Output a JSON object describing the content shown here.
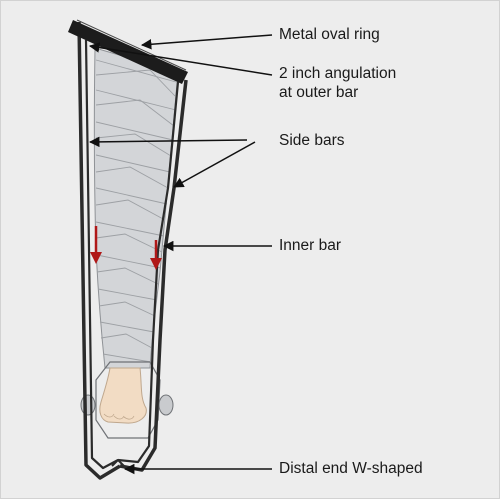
{
  "labels": {
    "metal_ring": "Metal oval ring",
    "angulation_line1": "2 inch angulation",
    "angulation_line2": "at outer bar",
    "side_bars": "Side bars",
    "inner_bar": "Inner bar",
    "distal_end": "Distal end W-shaped"
  },
  "colors": {
    "background": "#ededed",
    "bar": "#2b2b2b",
    "ring": "#1c1c1c",
    "bandage": "#d3d5d8",
    "bandage_line": "#9da0a4",
    "foot": "#f2dcc4",
    "arrow_red": "#b01818",
    "leader": "#111111"
  },
  "icons": {
    "traction_arrow": "down-arrow-icon"
  }
}
